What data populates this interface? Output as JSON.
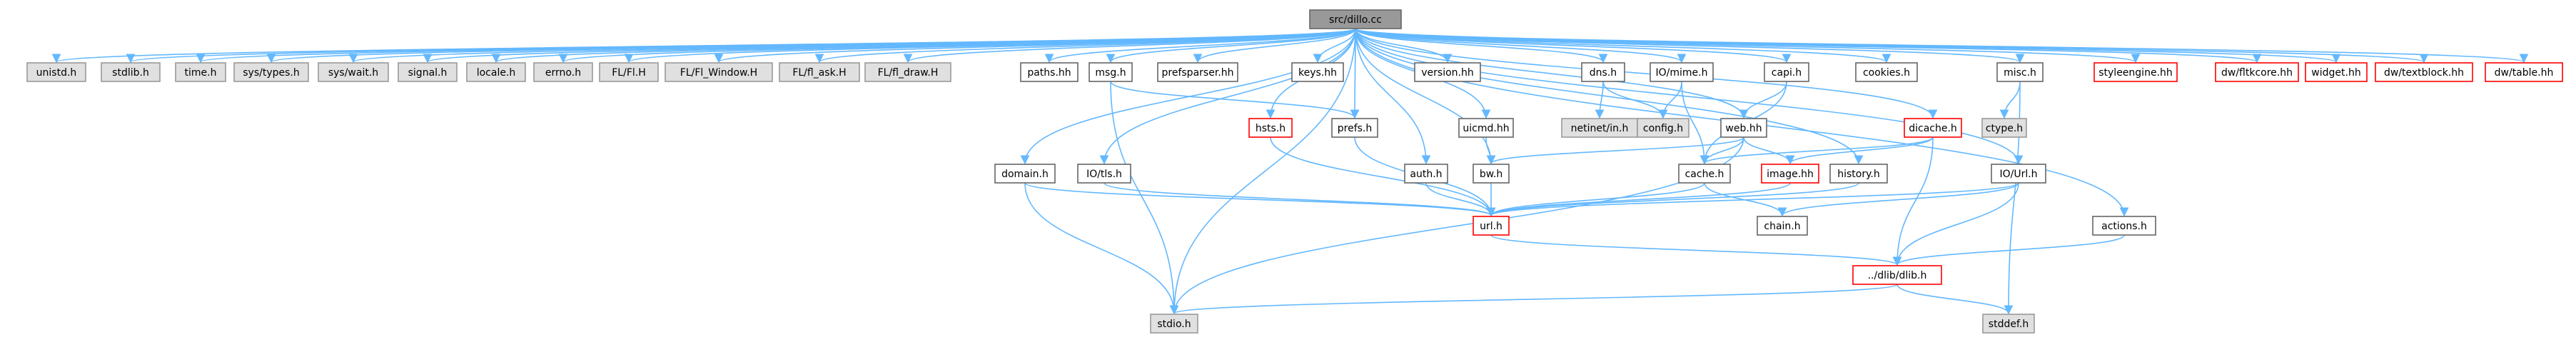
{
  "colors": {
    "root_fill": "#999999",
    "ext_fill": "#e0e0e0",
    "ext_border": "#999999",
    "doc_fill": "#ffffff",
    "doc_border": "#666666",
    "red_border": "#ff0000",
    "edge": "#63b8ff",
    "text": "#000000"
  },
  "diagram": {
    "title": "Include dependency graph for src/dillo.cc",
    "root": "src/dillo.cc",
    "nodes": {
      "root": "src/dillo.cc",
      "unistd": "unistd.h",
      "stdlib": "stdlib.h",
      "time": "time.h",
      "systypes": "sys/types.h",
      "syswait": "sys/wait.h",
      "signal": "signal.h",
      "locale": "locale.h",
      "errno": "errno.h",
      "flfl": "FL/Fl.H",
      "flwindow": "FL/Fl_Window.H",
      "flask": "FL/fl_ask.H",
      "fldraw": "FL/fl_draw.H",
      "paths": "paths.hh",
      "msg": "msg.h",
      "prefsparser": "prefsparser.hh",
      "keys": "keys.hh",
      "version": "version.hh",
      "dns": "dns.h",
      "iomime": "IO/mime.h",
      "capi": "capi.h",
      "cookies": "cookies.h",
      "misc": "misc.h",
      "styleengine": "styleengine.hh",
      "fltkcore": "dw/fltkcore.hh",
      "widget": "widget.hh",
      "textblock": "dw/textblock.hh",
      "dwtable": "dw/table.hh",
      "hsts": "hsts.h",
      "prefs": "prefs.h",
      "uicmd": "uicmd.hh",
      "netinet": "netinet/in.h",
      "config": "config.h",
      "web": "web.hh",
      "dicache": "dicache.h",
      "ctype": "ctype.h",
      "domain": "domain.h",
      "iotls": "IO/tls.h",
      "auth": "auth.h",
      "bw": "bw.h",
      "cache": "cache.h",
      "image": "image.hh",
      "history": "history.h",
      "iourl": "IO/Url.h",
      "actions": "actions.h",
      "url": "url.h",
      "chain": "chain.h",
      "dlib": "../dlib/dlib.h",
      "stdio": "stdio.h",
      "stddef": "stddef.h"
    }
  }
}
